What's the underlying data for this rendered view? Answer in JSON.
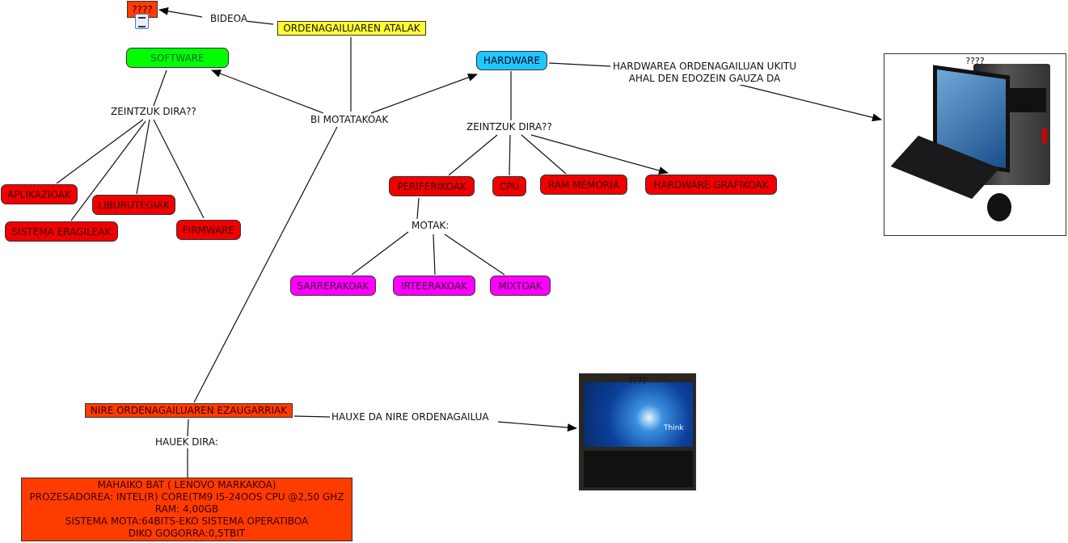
{
  "title": "ORDENAGAILUAREN ATALAK",
  "video_node": "????",
  "link_labels": {
    "video": "BIDEOA",
    "two_types": "BI MOTATAKOAK",
    "software_which": "ZEINTZUK DIRA??",
    "hardware_which": "ZEINTZUK DIRA??",
    "hardware_def_1": "HARDWAREA ORDENAGAILUAN UKITU",
    "hardware_def_2": "AHAL DEN EDOZEIN GAUZA DA",
    "types": "MOTAK:",
    "these_are": "HAUEK DIRA:",
    "this_is": "HAUXE DA NIRE ORDENAGAILUA"
  },
  "software": {
    "label": "SOFTWARE",
    "children": [
      "APLIKAZIOAK",
      "LIBURUTEGIAK",
      "SISTEMA ERAGILEAK",
      "FIRMWARE"
    ]
  },
  "hardware": {
    "label": "HARDWARE",
    "children": [
      "PERIFERIKOAK",
      "CPU",
      "RAM MEMORIA",
      "HARDWARE GRAFIKOAK"
    ]
  },
  "peripherals": [
    "SARRERAKOAK",
    "IRTEERAKOAK",
    "MIXTOAK"
  ],
  "my_computer": {
    "label": "NIRE ORDENAGAILUAREN EZAUGARRIAK",
    "specs": [
      "MAHAIKO BAT ( LENOVO MARKAKOA)",
      "PROZESADOREA: INTEL(R) CORE(TM9 I5-24OOS CPU @2,50 GHZ",
      "RAM: 4,00GB",
      "SISTEMA MOTA:64BITS-EKO SISTEMA OPERATIBOA",
      "DIKO GOGORRA:0,5TBIT"
    ]
  },
  "images": {
    "desktop_caption": "????",
    "laptop_caption": "????",
    "laptop_brand": "Think"
  },
  "colors": {
    "title": "#ffff33",
    "software": "#00ff00",
    "hardware": "#1ec8ff",
    "red": "#f00000",
    "orange": "#ff3c00",
    "magenta": "#ff00ff"
  }
}
